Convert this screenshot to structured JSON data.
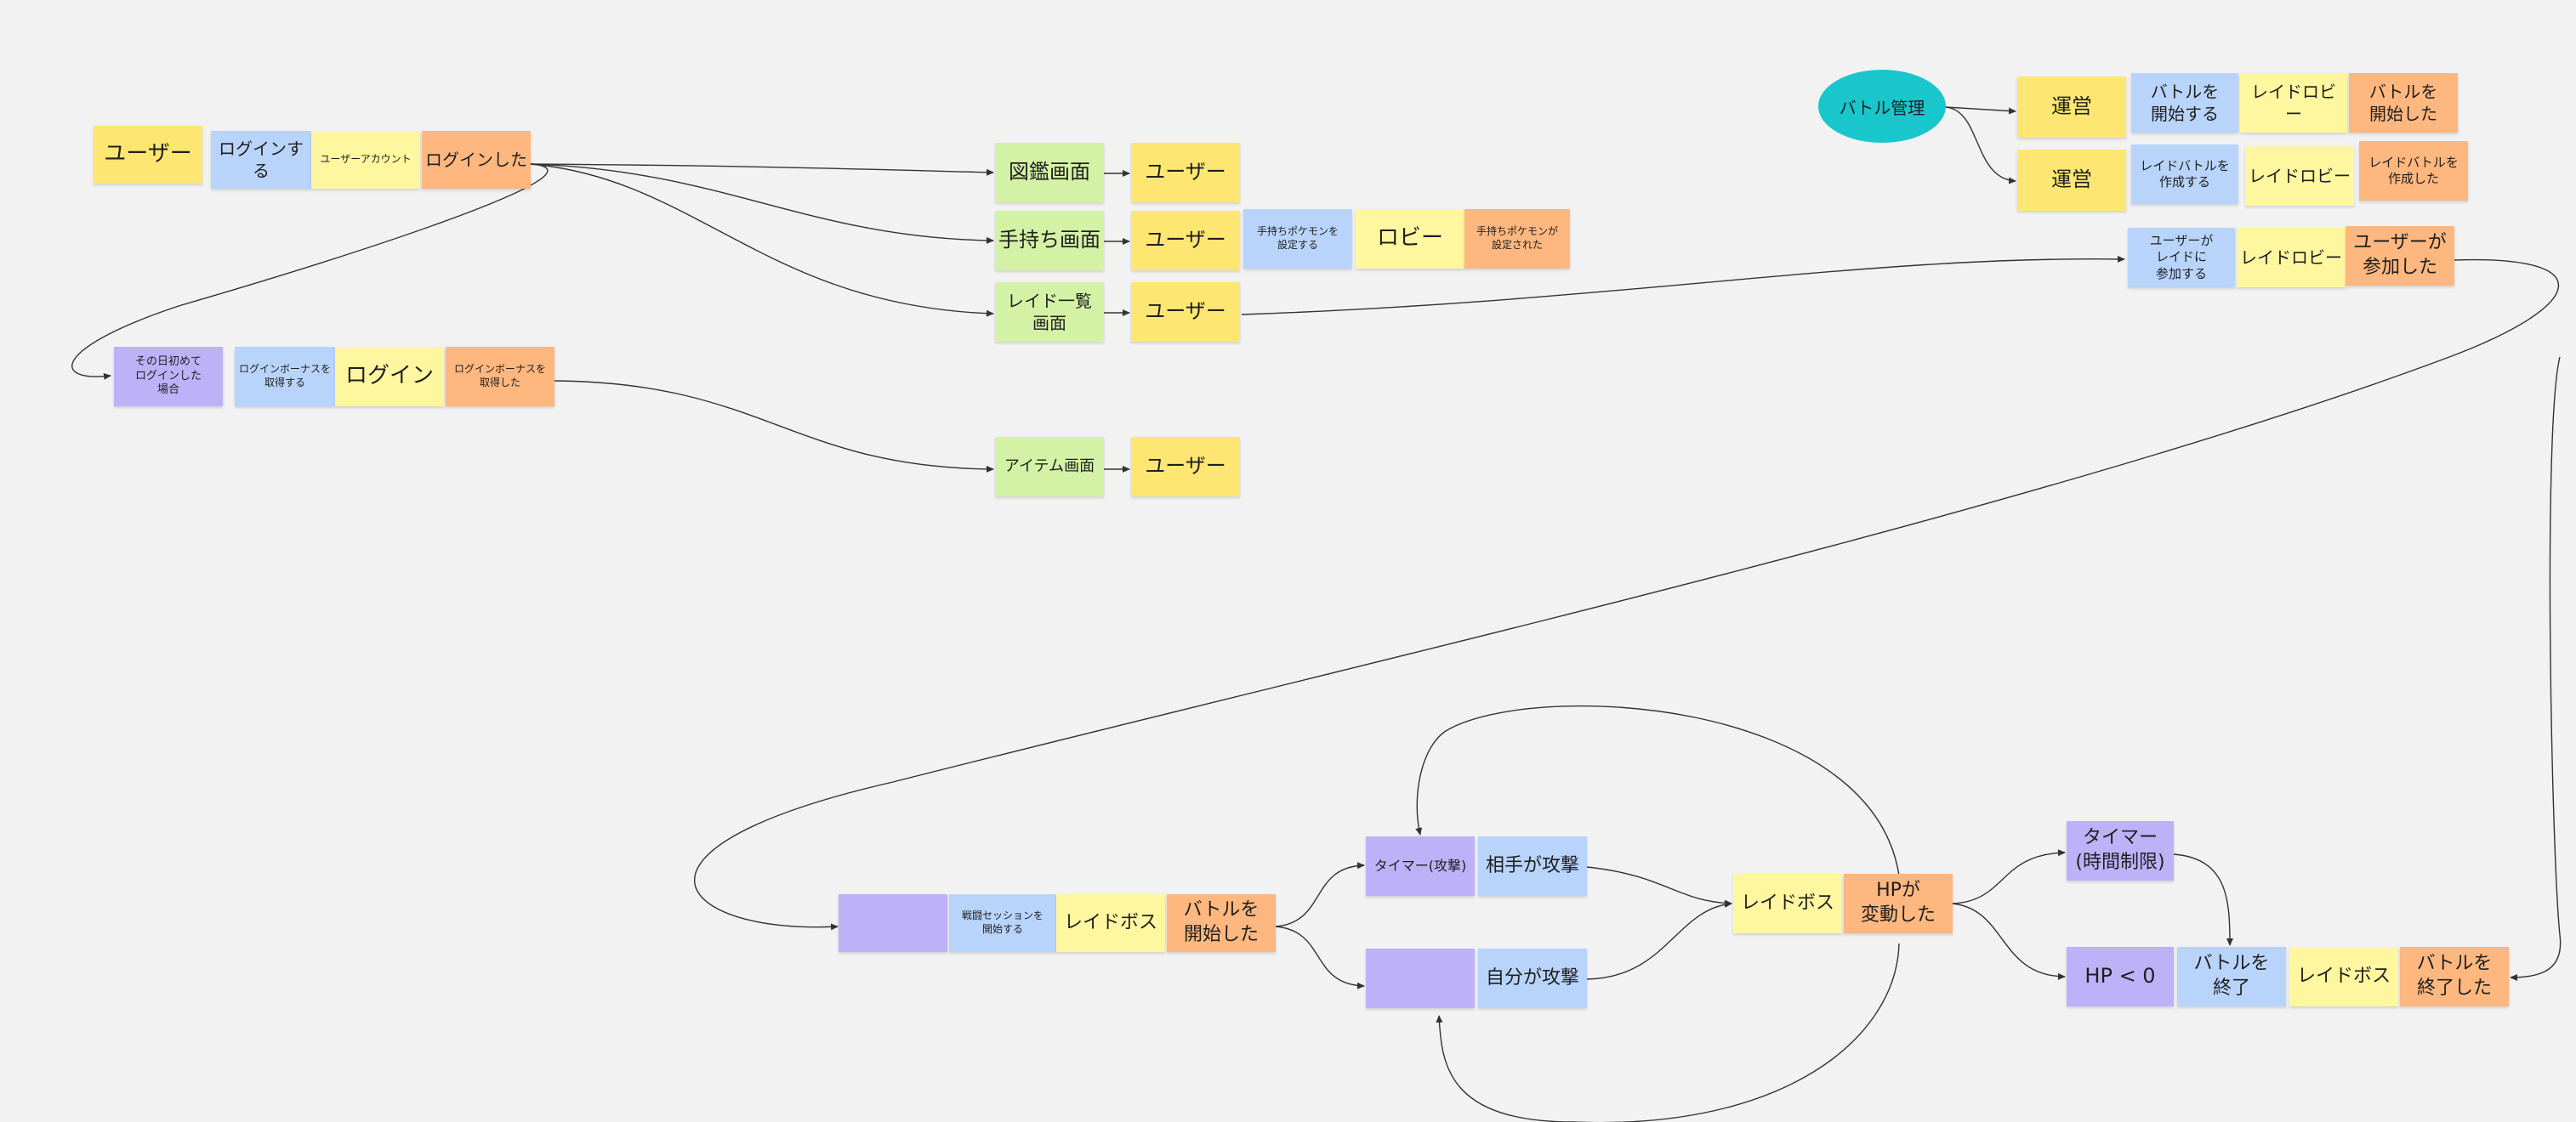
{
  "colors": {
    "canvas": "#f2f2f2",
    "yellow": "#fde772",
    "light_yellow": "#fff6a0",
    "blue": "#b9d4fb",
    "orange": "#fdb77f",
    "green": "#d4f2a6",
    "purple": "#bdb2f8",
    "cyan": "#19c6cc",
    "line": "#333333"
  },
  "oval": {
    "text": "バトル管理"
  },
  "notes": {
    "user_actor": "ユーザー",
    "login_cmd": "ログインする",
    "user_account": "ユーザーアカウント",
    "logged_in": "ログインした",
    "first_login_policy": "その日初めて\nログインした\n場合",
    "get_bonus_cmd": "ログインボーナスを\n取得する",
    "login_agg": "ログイン",
    "bonus_got": "ログインボーナスを\n取得した",
    "zukan_view": "図鑑画面",
    "zukan_user": "ユーザー",
    "temochi_view": "手持ち画面",
    "temochi_user": "ユーザー",
    "set_pokemon_cmd": "手持ちポケモンを\n設定する",
    "lobby_agg": "ロビー",
    "pokemon_set": "手持ちポケモンが\n設定された",
    "raid_list_view": "レイド一覧\n画面",
    "raid_list_user": "ユーザー",
    "item_view": "アイテム画面",
    "item_user": "ユーザー",
    "ops_1": "運営",
    "start_battle_cmd": "バトルを\n開始する",
    "raid_lobby_1": "レイドロビー",
    "battle_started_1": "バトルを\n開始した",
    "ops_2": "運営",
    "create_raid_cmd": "レイドバトルを\n作成する",
    "raid_lobby_2": "レイドロビー",
    "raid_created": "レイドバトルを\n作成した",
    "join_raid_cmd": "ユーザーが\nレイドに\n参加する",
    "raid_lobby_3": "レイドロビー",
    "user_joined": "ユーザーが\n参加した",
    "session_policy": "",
    "start_session_cmd": "戦闘セッションを\n開始する",
    "raid_boss_1": "レイドボス",
    "battle_started_2": "バトルを\n開始した",
    "timer_attack": "タイマー(攻撃)",
    "enemy_attack": "相手が攻撃",
    "self_policy": "",
    "self_attack": "自分が攻撃",
    "raid_boss_2": "レイドボス",
    "hp_changed": "HPが\n変動した",
    "timer_limit": "タイマー\n(時間制限)",
    "hp_zero": "HP < 0",
    "end_battle_cmd": "バトルを\n終了",
    "raid_boss_3": "レイドボス",
    "battle_ended": "バトルを\n終了した"
  }
}
